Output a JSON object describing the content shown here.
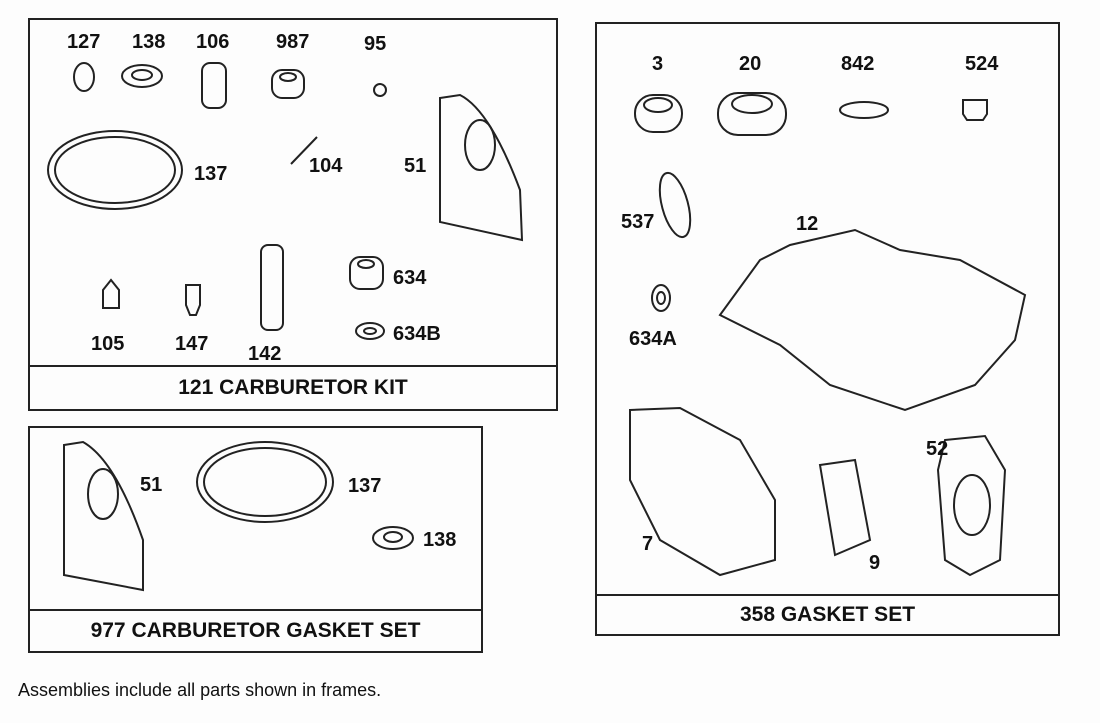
{
  "frames": {
    "carb_kit": {
      "title": "121 CARBURETOR KIT",
      "parts": [
        "127",
        "138",
        "106",
        "987",
        "95",
        "137",
        "104",
        "51",
        "105",
        "147",
        "142",
        "634",
        "634B"
      ]
    },
    "carb_gasket": {
      "title": "977 CARBURETOR GASKET SET",
      "parts": [
        "51",
        "137",
        "138"
      ]
    },
    "gasket_set": {
      "title": "358 GASKET SET",
      "parts": [
        "3",
        "20",
        "842",
        "524",
        "537",
        "12",
        "634A",
        "7",
        "9",
        "52"
      ]
    }
  },
  "note": "Assemblies include all parts shown in frames."
}
